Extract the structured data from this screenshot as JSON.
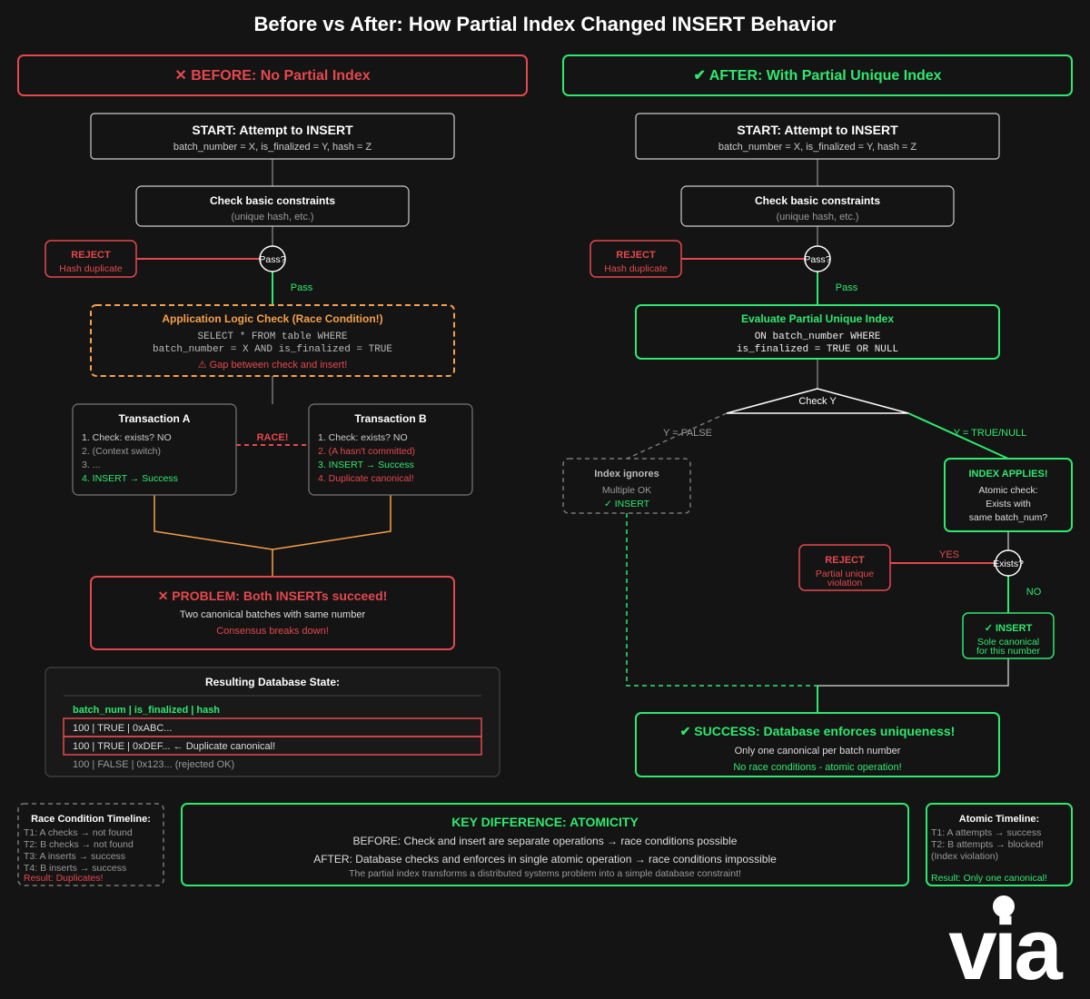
{
  "title": "Before vs After: How Partial Index Changed INSERT Behavior",
  "colors": {
    "background": "#141414",
    "red": "#e5484d",
    "green": "#2ee86f",
    "orange": "#f5a04a",
    "white": "#ffffff",
    "gray": "#9a9a9a",
    "box_fill": "#141414"
  },
  "before": {
    "header": "✕ BEFORE: No Partial Index",
    "start_title": "START: Attempt to INSERT",
    "start_sub": "batch_number = X, is_finalized = Y, hash = Z",
    "check_title": "Check basic constraints",
    "check_sub": "(unique hash, etc.)",
    "decision": "Pass?",
    "reject_title": "REJECT",
    "reject_sub": "Hash duplicate",
    "pass_label": "Pass",
    "app_title": "Application Logic Check (Race Condition!)",
    "app_code1": "SELECT * FROM table WHERE",
    "app_code2": "batch_number = X AND is_finalized = TRUE",
    "app_warn": "⚠ Gap between check and insert!",
    "txa_title": "Transaction A",
    "txa_lines": [
      "1. Check: exists? NO",
      "2. (Context switch)",
      "3. ...",
      "4. INSERT → Success"
    ],
    "txb_title": "Transaction B",
    "txb_lines": [
      "1. Check: exists? NO",
      "2. (A hasn't committed)",
      "3. INSERT → Success",
      "4. Duplicate canonical!"
    ],
    "race_label": "RACE!",
    "problem_title": "✕ PROBLEM: Both INSERTs succeed!",
    "problem_sub": "Two canonical batches with same number",
    "problem_warn": "Consensus breaks down!",
    "db_title": "Resulting Database State:",
    "db_header": "batch_num | is_finalized | hash",
    "db_rows": [
      "100 | TRUE | 0xABC...",
      "100 | TRUE | 0xDEF... ← Duplicate canonical!",
      "100 | FALSE | 0x123... (rejected OK)"
    ]
  },
  "after": {
    "header": "✔ AFTER: With Partial Unique Index",
    "start_title": "START: Attempt to INSERT",
    "start_sub": "batch_number = X, is_finalized = Y, hash = Z",
    "check_title": "Check basic constraints",
    "check_sub": "(unique hash, etc.)",
    "decision": "Pass?",
    "reject_title": "REJECT",
    "reject_sub": "Hash duplicate",
    "pass_label": "Pass",
    "eval_title": "Evaluate Partial Unique Index",
    "eval_code1": "ON batch_number WHERE",
    "eval_code2": "is_finalized = TRUE OR NULL",
    "check_y": "Check Y",
    "y_false": "Y = FALSE",
    "y_true": "Y = TRUE/NULL",
    "ignores_title": "Index ignores",
    "ignores_sub": "Multiple OK",
    "ignores_insert": "✓ INSERT",
    "applies_title": "INDEX APPLIES!",
    "applies_lines": [
      "Atomic check:",
      "Exists with",
      "same batch_num?"
    ],
    "exists": "Exists?",
    "yes_label": "YES",
    "no_label": "NO",
    "reject2_title": "REJECT",
    "reject2_lines": [
      "Partial unique",
      "violation"
    ],
    "insert_title": "✓ INSERT",
    "insert_lines": [
      "Sole canonical",
      "for this number"
    ],
    "success_title": "✔ SUCCESS: Database enforces uniqueness!",
    "success_sub": "Only one canonical per batch number",
    "success_note": "No race conditions - atomic operation!"
  },
  "bottom": {
    "race_timeline_title": "Race Condition Timeline:",
    "race_timeline_lines": [
      "T1: A checks → not found",
      "T2: B checks → not found",
      "T3: A inserts → success",
      "T4: B inserts → success"
    ],
    "race_timeline_result": "Result: Duplicates!",
    "key_title": "KEY DIFFERENCE: ATOMICITY",
    "key_before": "BEFORE: Check and insert are separate operations → race conditions possible",
    "key_after": "AFTER: Database checks and enforces in single atomic operation → race conditions impossible",
    "key_note": "The partial index transforms a distributed systems problem into a simple database constraint!",
    "atomic_title": "Atomic Timeline:",
    "atomic_lines": [
      "T1: A attempts → success",
      "T2: B attempts → blocked!",
      "(Index violation)"
    ],
    "atomic_result": "Result: Only one canonical!"
  },
  "logo": "via"
}
